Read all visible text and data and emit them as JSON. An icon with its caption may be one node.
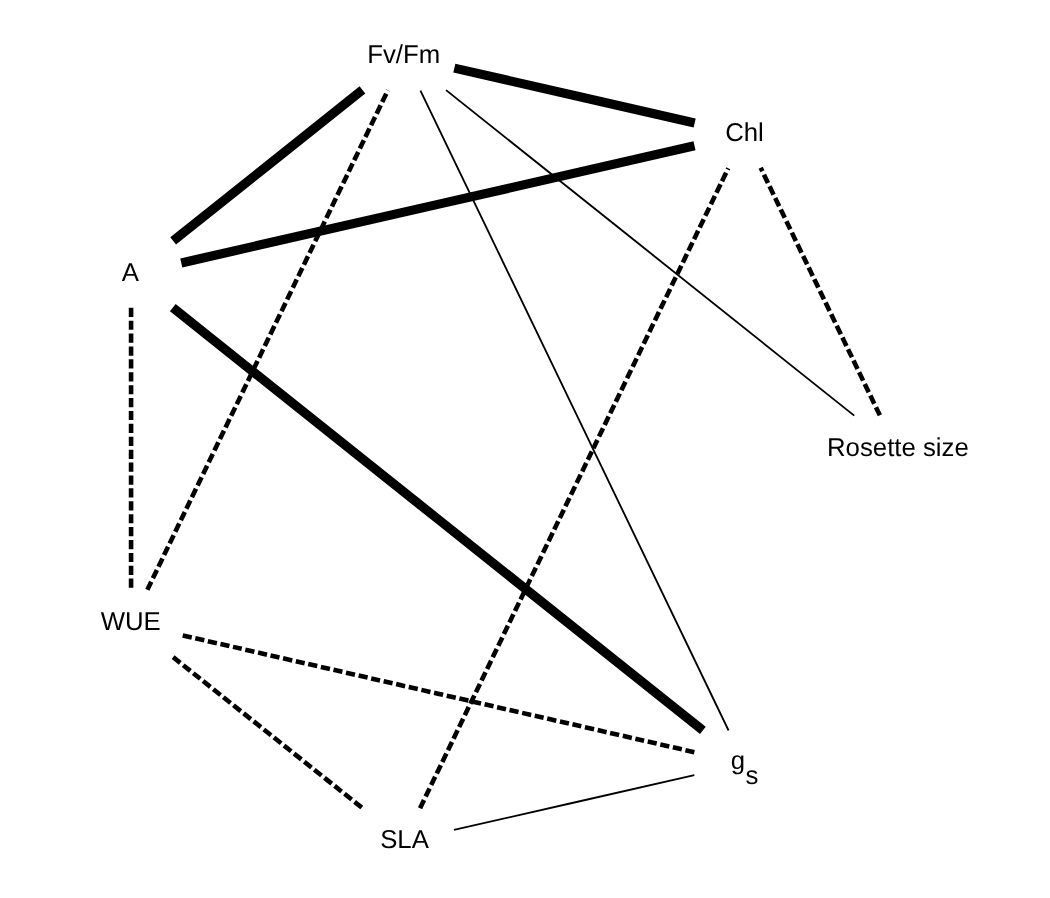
{
  "diagram": {
    "nodes": [
      {
        "text": [
          "g$_{s}$"
        ]
      },
      {
        "text": [
          "WUE"
        ]
      },
      {
        "text": [
          "A"
        ]
      },
      {
        "text": [
          "Fv/Fm"
        ]
      },
      {
        "text": [
          "SLA"
        ]
      },
      {
        "text": [
          "Chl"
        ]
      },
      {
        "text": [
          "Rosette size"
        ]
      }
    ],
    "edges": [
      {
        "from": 0,
        "to": 1,
        "arrow": "none",
        "style": "dashed"
      },
      {
        "from": 0,
        "to": 2,
        "arrow": "none",
        "style": "thick"
      },
      {
        "from": 0,
        "to": 3,
        "arrow": "none"
      },
      {
        "from": 0,
        "to": 4,
        "arrow": "none"
      },
      {
        "from": 2,
        "to": 1,
        "arrow": "none",
        "style": "dashed"
      },
      {
        "from": 2,
        "to": 3,
        "arrow": "none",
        "style": "thick"
      },
      {
        "from": 2,
        "to": 5,
        "arrow": "none",
        "style": "thick"
      },
      {
        "from": 1,
        "to": 3,
        "arrow": "none",
        "style": "dashed"
      },
      {
        "from": 1,
        "to": 4,
        "arrow": "none",
        "style": "dashed"
      },
      {
        "from": 4,
        "to": 5,
        "arrow": "none",
        "style": "dashed"
      },
      {
        "from": 3,
        "to": 5,
        "arrow": "none",
        "style": "thick"
      },
      {
        "from": 3,
        "to": 6,
        "arrow": "none"
      },
      {
        "from": 6,
        "to": 5,
        "arrow": "none",
        "style": "dashed"
      }
    ]
  }
}
